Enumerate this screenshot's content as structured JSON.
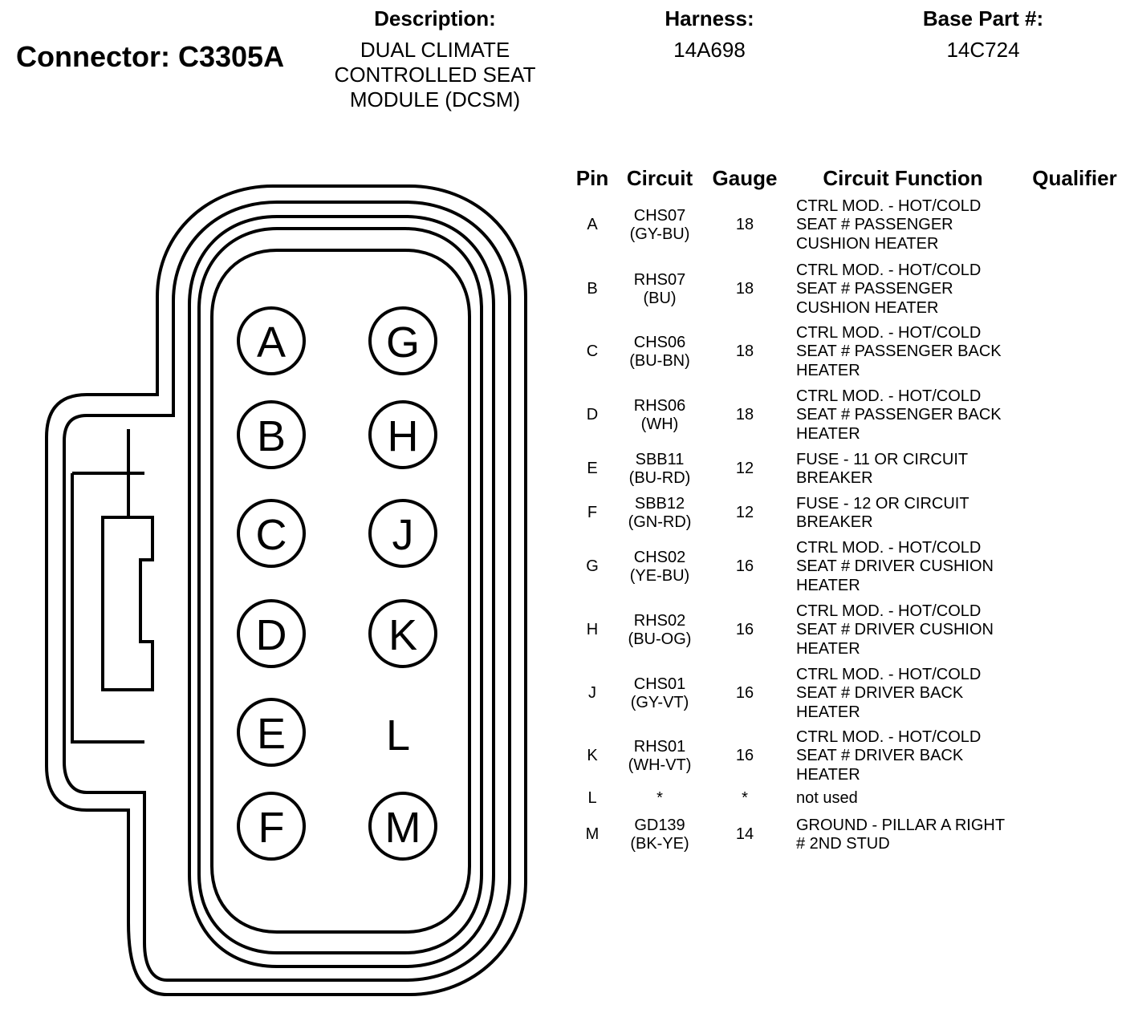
{
  "header": {
    "connector_title": "Connector: C3305A",
    "description_label": "Description:",
    "description_lines": [
      "DUAL CLIMATE",
      "CONTROLLED SEAT",
      "MODULE (DCSM)"
    ],
    "harness_label": "Harness:",
    "harness_value": "14A698",
    "base_part_label": "Base Part #:",
    "base_part_value": "14C724"
  },
  "table": {
    "columns": [
      "Pin",
      "Circuit",
      "Gauge",
      "Circuit Function",
      "Qualifier"
    ],
    "rows": [
      {
        "pin": "A",
        "circuit": "CHS07",
        "color": "(GY-BU)",
        "gauge": "18",
        "function": [
          "CTRL MOD. - HOT/COLD",
          "SEAT # PASSENGER",
          "CUSHION HEATER"
        ],
        "qualifier": ""
      },
      {
        "pin": "B",
        "circuit": "RHS07",
        "color": "(BU)",
        "gauge": "18",
        "function": [
          "CTRL MOD. - HOT/COLD",
          "SEAT # PASSENGER",
          "CUSHION HEATER"
        ],
        "qualifier": ""
      },
      {
        "pin": "C",
        "circuit": "CHS06",
        "color": "(BU-BN)",
        "gauge": "18",
        "function": [
          "CTRL MOD. - HOT/COLD",
          "SEAT # PASSENGER BACK",
          "HEATER"
        ],
        "qualifier": ""
      },
      {
        "pin": "D",
        "circuit": "RHS06",
        "color": "(WH)",
        "gauge": "18",
        "function": [
          "CTRL MOD. - HOT/COLD",
          "SEAT # PASSENGER BACK",
          "HEATER"
        ],
        "qualifier": ""
      },
      {
        "pin": "E",
        "circuit": "SBB11",
        "color": "(BU-RD)",
        "gauge": "12",
        "function": [
          "FUSE - 11 OR CIRCUIT",
          "BREAKER"
        ],
        "qualifier": ""
      },
      {
        "pin": "F",
        "circuit": "SBB12",
        "color": "(GN-RD)",
        "gauge": "12",
        "function": [
          "FUSE - 12 OR CIRCUIT",
          "BREAKER"
        ],
        "qualifier": ""
      },
      {
        "pin": "G",
        "circuit": "CHS02",
        "color": "(YE-BU)",
        "gauge": "16",
        "function": [
          "CTRL MOD. - HOT/COLD",
          "SEAT # DRIVER CUSHION",
          "HEATER"
        ],
        "qualifier": ""
      },
      {
        "pin": "H",
        "circuit": "RHS02",
        "color": "(BU-OG)",
        "gauge": "16",
        "function": [
          "CTRL MOD. - HOT/COLD",
          "SEAT # DRIVER CUSHION",
          "HEATER"
        ],
        "qualifier": ""
      },
      {
        "pin": "J",
        "circuit": "CHS01",
        "color": "(GY-VT)",
        "gauge": "16",
        "function": [
          "CTRL MOD. - HOT/COLD",
          "SEAT # DRIVER BACK",
          "HEATER"
        ],
        "qualifier": ""
      },
      {
        "pin": "K",
        "circuit": "RHS01",
        "color": "(WH-VT)",
        "gauge": "16",
        "function": [
          "CTRL MOD. - HOT/COLD",
          "SEAT # DRIVER BACK",
          "HEATER"
        ],
        "qualifier": ""
      },
      {
        "pin": "L",
        "circuit": "*",
        "color": "",
        "gauge": "*",
        "function": [
          "not used"
        ],
        "qualifier": ""
      },
      {
        "pin": "M",
        "circuit": "GD139",
        "color": "(BK-YE)",
        "gauge": "14",
        "function": [
          "GROUND - PILLAR A RIGHT",
          "# 2ND STUD"
        ],
        "qualifier": ""
      }
    ]
  },
  "diagram": {
    "left_column": [
      {
        "label": "A",
        "circled": true
      },
      {
        "label": "B",
        "circled": true
      },
      {
        "label": "C",
        "circled": true
      },
      {
        "label": "D",
        "circled": true
      },
      {
        "label": "E",
        "circled": true
      },
      {
        "label": "F",
        "circled": true
      }
    ],
    "right_column": [
      {
        "label": "G",
        "circled": true
      },
      {
        "label": "H",
        "circled": true
      },
      {
        "label": "J",
        "circled": true
      },
      {
        "label": "K",
        "circled": true
      },
      {
        "label": "L",
        "circled": false
      },
      {
        "label": "M",
        "circled": true
      }
    ]
  }
}
